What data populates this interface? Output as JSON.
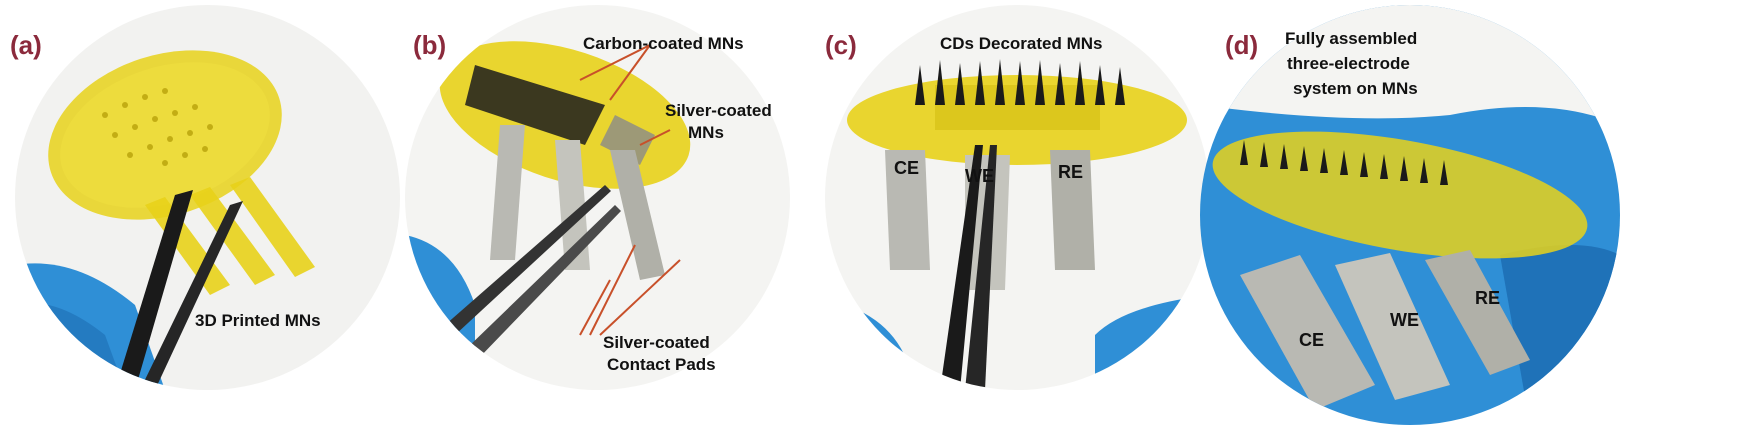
{
  "panels": [
    {
      "label": "(a)",
      "captions": [
        "3D Printed MNs"
      ]
    },
    {
      "label": "(b)",
      "captions": [
        "Carbon-coated MNs",
        "Silver-coated",
        "MNs",
        "Silver-coated",
        "Contact Pads"
      ]
    },
    {
      "label": "(c)",
      "captions": [
        "CDs Decorated MNs"
      ],
      "electrodes": [
        "CE",
        "WE",
        "RE"
      ]
    },
    {
      "label": "(d)",
      "captions": [
        "Fully assembled",
        "three-electrode",
        "system on MNs"
      ],
      "electrodes": [
        "CE",
        "WE",
        "RE"
      ]
    }
  ],
  "colors": {
    "label": "#8b2a3c",
    "resin": "#e8d21a",
    "glove": "#2f8fd6",
    "metal": "#b9b9b3",
    "tweezer": "#1a1a1a"
  }
}
